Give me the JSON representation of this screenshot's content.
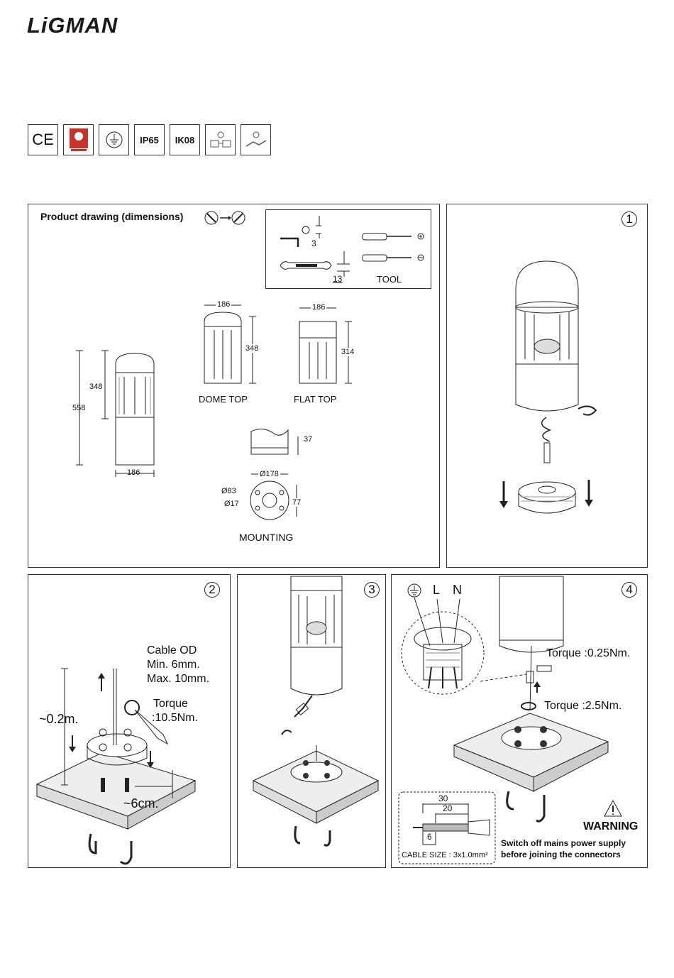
{
  "brand": "LiGMAN",
  "certifications": [
    {
      "name": "ce-mark-icon",
      "text": "CE"
    },
    {
      "name": "quality-mark-icon",
      "text": ""
    },
    {
      "name": "ground-symbol-icon",
      "text": ""
    },
    {
      "name": "ip-rating-badge",
      "text": "IP65"
    },
    {
      "name": "ik-rating-badge",
      "text": "IK08"
    },
    {
      "name": "voltage-icon",
      "text": ""
    },
    {
      "name": "cable-icon",
      "text": ""
    }
  ],
  "product_panel": {
    "title": "Product drawing (dimensions)",
    "tool_box": {
      "hex_key": "3",
      "wrench": "13",
      "label": "TOOL"
    },
    "main": {
      "height_total": "558",
      "height_top": "348",
      "width": "186"
    },
    "dome_top": {
      "label": "DOME TOP",
      "width": "186",
      "height": "348"
    },
    "flat_top": {
      "label": "FLAT TOP",
      "width": "186",
      "height": "314"
    },
    "mounting": {
      "label": "MOUNTING",
      "height": "37",
      "diameter": "Ø178",
      "inner_diameter": "Ø83",
      "hole": "Ø17",
      "depth": "77"
    }
  },
  "steps": [
    {
      "number": "1"
    },
    {
      "number": "2",
      "cable_od": "Cable OD",
      "cable_min": "Min. 6mm.",
      "cable_max": "Max. 10mm.",
      "depth": "~0.2m.",
      "torque_label": "Torque",
      "torque_value": ":10.5Nm.",
      "gap": "~6cm."
    },
    {
      "number": "3"
    },
    {
      "number": "4",
      "terminals": [
        "L",
        "N"
      ],
      "torque_1": "Torque :0.25Nm.",
      "torque_2": "Torque :2.5Nm.",
      "strip_length_total": "30",
      "strip_length_outer": "20",
      "strip_length_inner": "6",
      "cable_size": "CABLE SIZE : 3x1.0mm²",
      "warning_title": "WARNING",
      "warning_line_1": "Switch off mains power supply",
      "warning_line_2": "before joining the connectors"
    }
  ]
}
